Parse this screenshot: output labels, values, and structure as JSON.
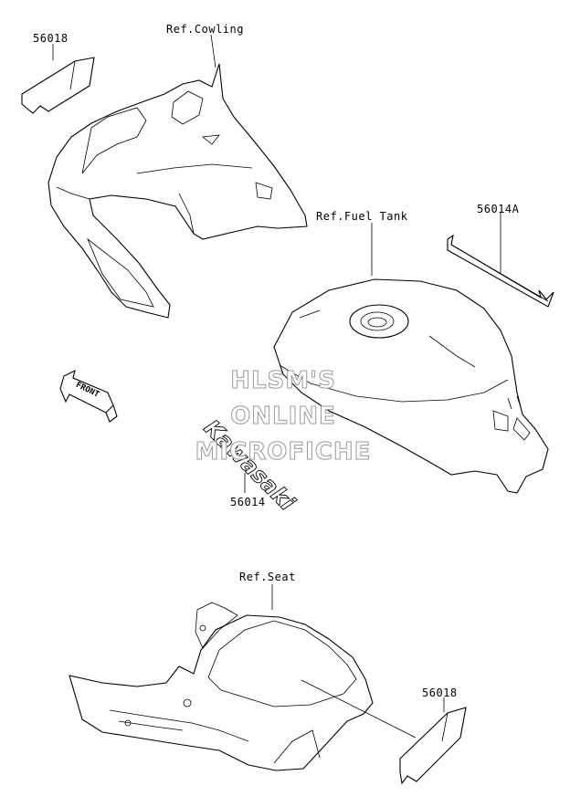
{
  "callouts": {
    "part_56018_top": "56018",
    "ref_cowling": "Ref.Cowling",
    "ref_fuel_tank": "Ref.Fuel Tank",
    "part_56014a": "56014A",
    "part_56014": "56014",
    "ref_seat": "Ref.Seat",
    "part_56018_bottom": "56018"
  },
  "front_arrow": {
    "label": "FRONT"
  },
  "decal_text": "Kawasaki",
  "watermark": {
    "line1": "HLSM'S",
    "line2": "ONLINE",
    "line3": "MICROFICHE"
  }
}
